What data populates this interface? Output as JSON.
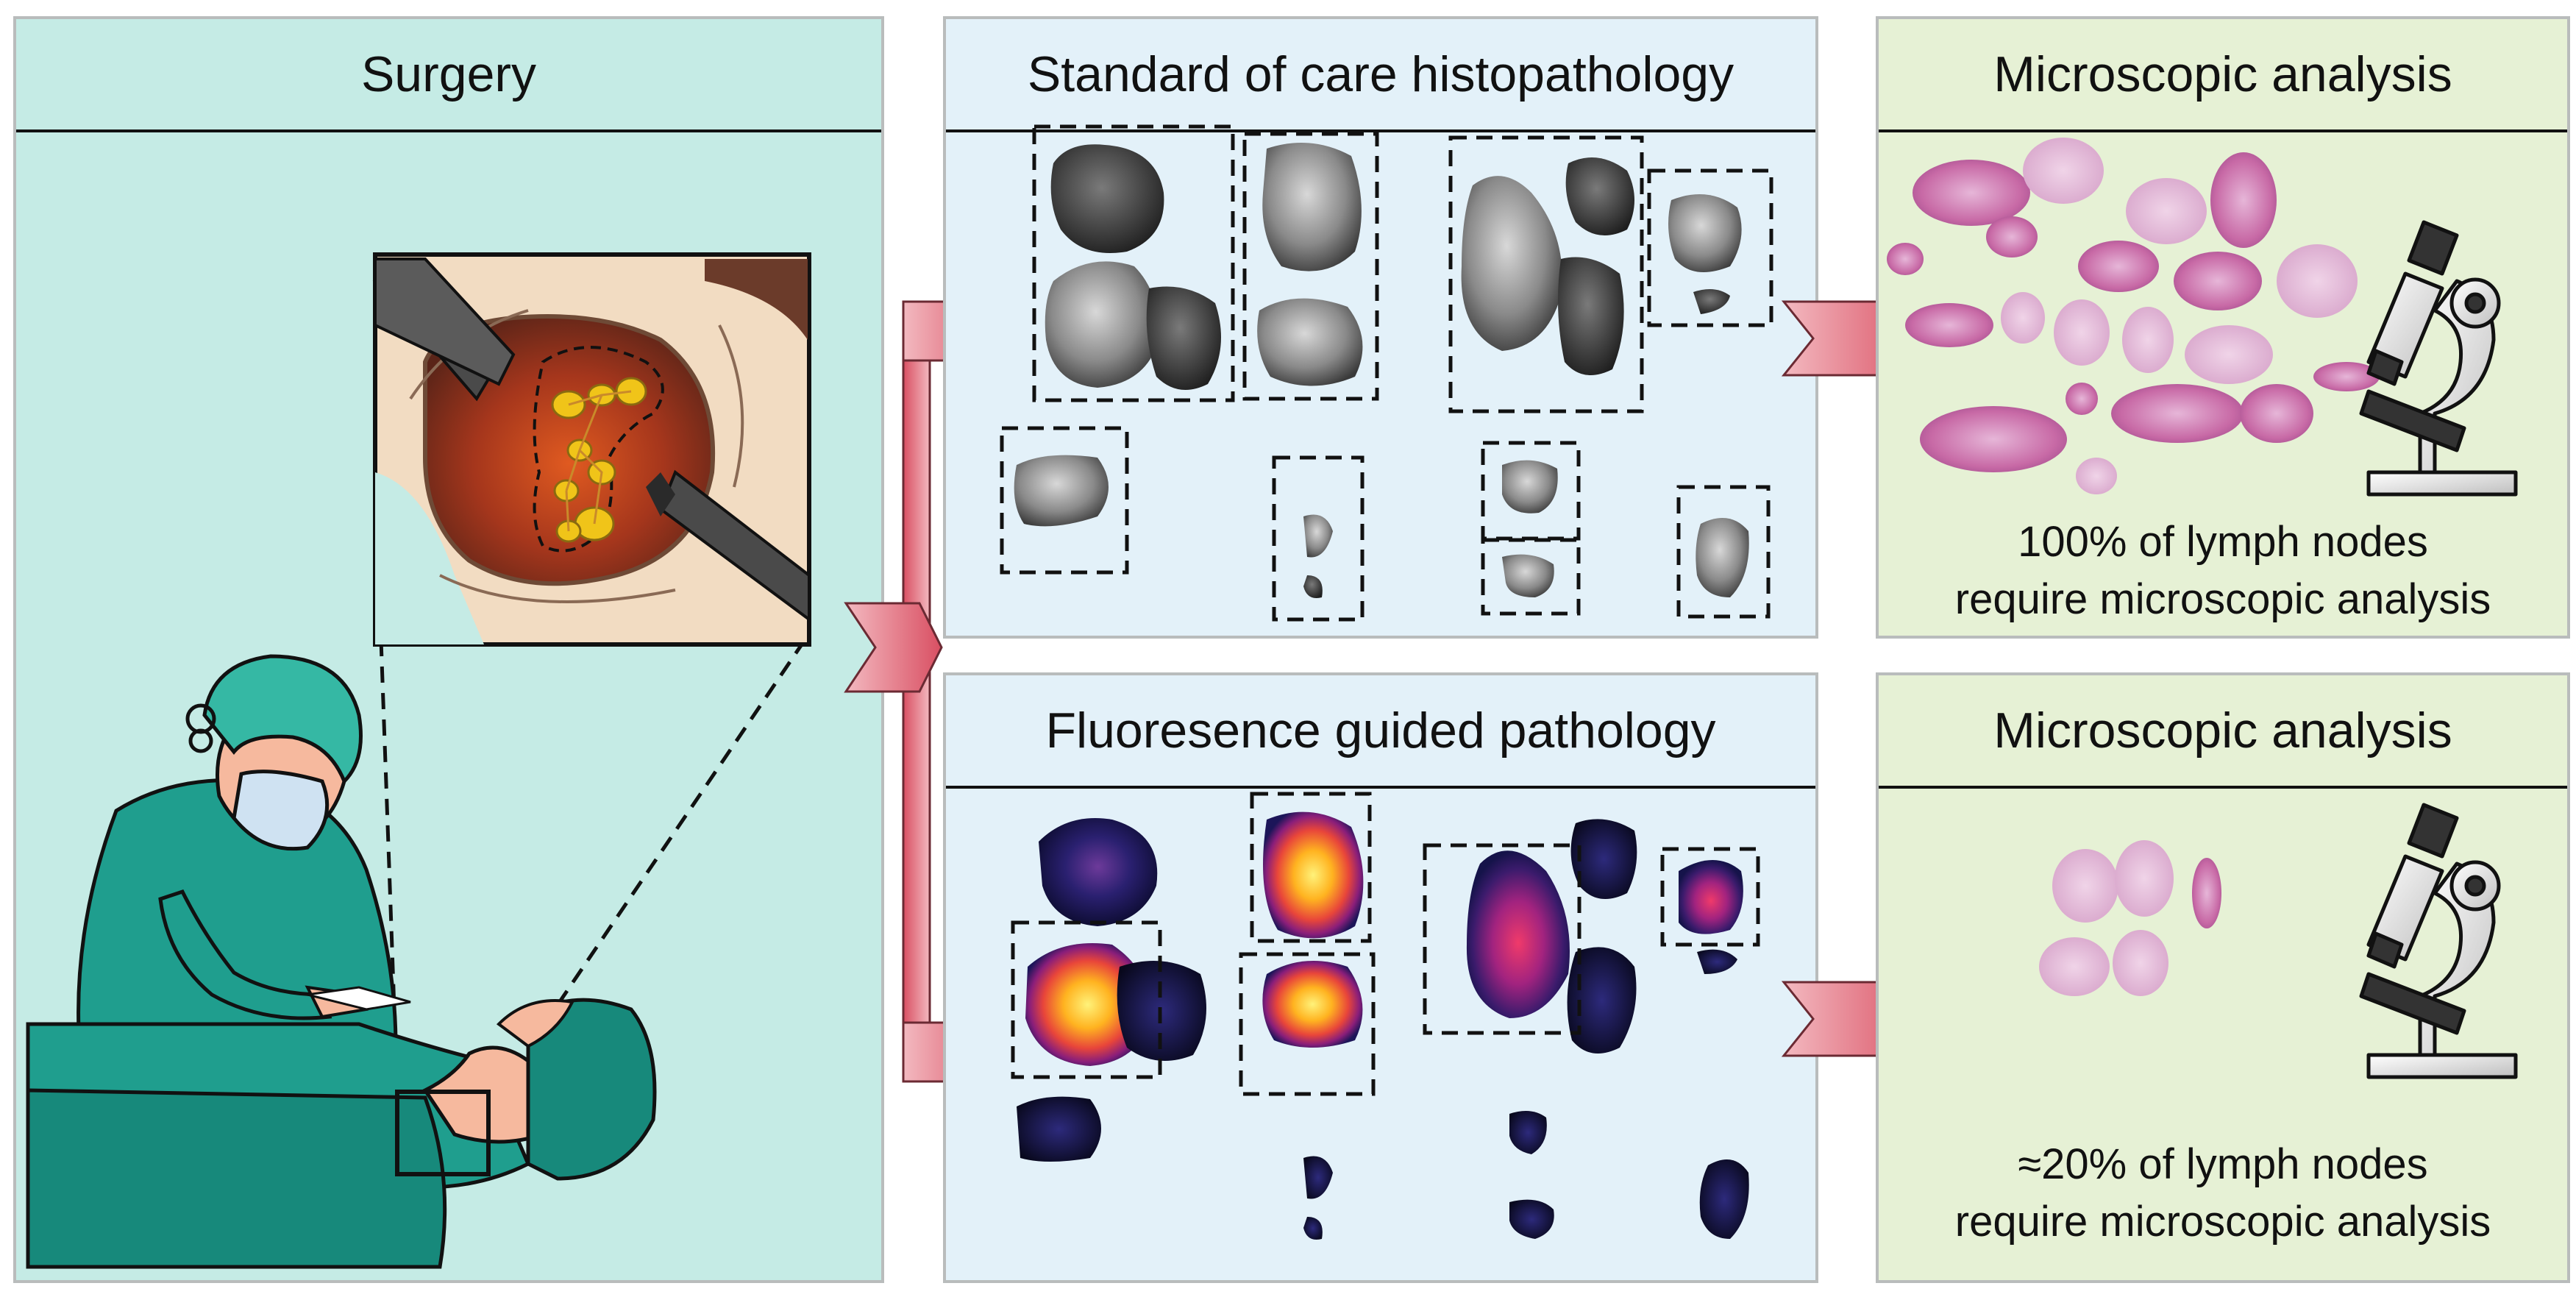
{
  "panels": {
    "surgery": {
      "title": "Surgery"
    },
    "standard": {
      "title": "Standard of care histopathology"
    },
    "fluorescence": {
      "title": "Fluoresence guided pathology"
    },
    "micro_top": {
      "title": "Microscopic analysis",
      "caption_line1": "100% of lymph nodes",
      "caption_line2": "require microscopic analysis"
    },
    "micro_bottom": {
      "title": "Microscopic analysis",
      "caption_line1": "≈20% of lymph nodes",
      "caption_line2": "require microscopic analysis"
    }
  },
  "colors": {
    "surgery_bg": "#c5ebe5",
    "pathology_bg": "#e3f1f9",
    "micro_bg": "#e6f1d5",
    "arrow": "#e0727f",
    "surgeon_gown": "#1f9e8e",
    "tissue_stain": "#c7629e"
  },
  "icons": [
    "surgeon-figure",
    "patient-figure",
    "surgical-site-inset",
    "lymph-node-specimen",
    "fluorescent-specimen",
    "he-tissue-section",
    "microscope-icon",
    "arrow-chevron-icon"
  ]
}
